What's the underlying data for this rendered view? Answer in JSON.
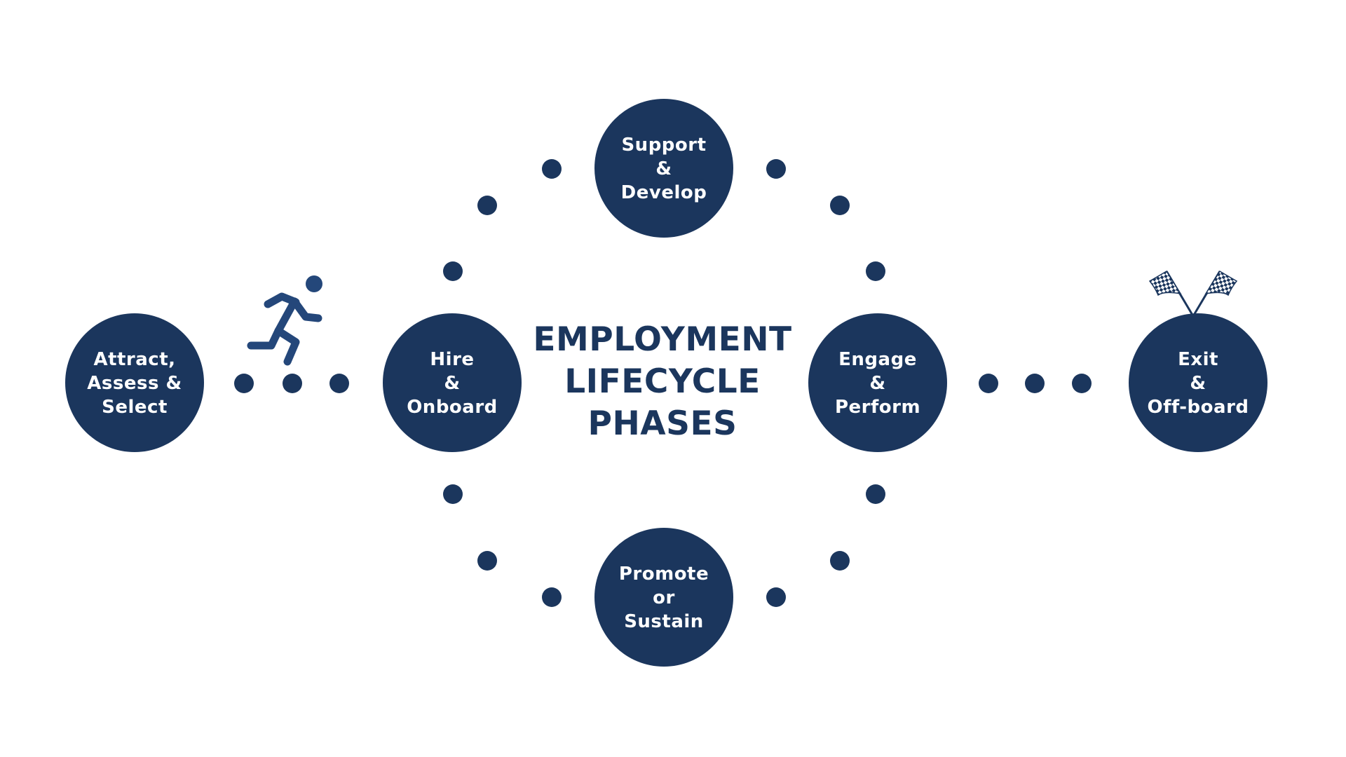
{
  "title": {
    "lines": [
      "EMPLOYMENT",
      "LIFECYCLE",
      "PHASES"
    ]
  },
  "phases": [
    {
      "id": "attract",
      "lines": [
        "Attract,",
        "Assess &",
        "Select"
      ]
    },
    {
      "id": "hire",
      "lines": [
        "Hire",
        "&",
        "Onboard"
      ]
    },
    {
      "id": "support",
      "lines": [
        "Support",
        "&",
        "Develop"
      ]
    },
    {
      "id": "engage",
      "lines": [
        "Engage",
        "&",
        "Perform"
      ]
    },
    {
      "id": "promote",
      "lines": [
        "Promote",
        "or",
        "Sustain"
      ]
    },
    {
      "id": "exit",
      "lines": [
        "Exit",
        "&",
        "Off-board"
      ]
    }
  ],
  "icons": {
    "start": "running-person-icon",
    "finish": "checkered-flags-icon"
  },
  "colors": {
    "primary": "#1b365d",
    "text_on_primary": "#ffffff",
    "background": "#ffffff"
  }
}
